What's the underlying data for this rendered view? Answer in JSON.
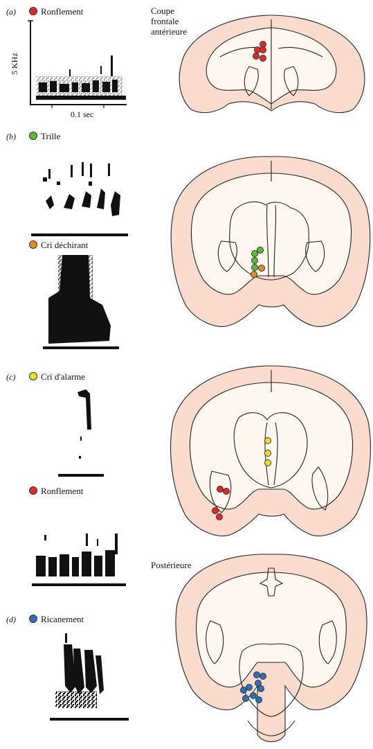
{
  "colors": {
    "ronflement": "#e02a2a",
    "trille": "#5bbd35",
    "cri_dechirant": "#e88a2a",
    "cri_alarme": "#f2dc2a",
    "ricanement": "#2f6fb7",
    "brain_fill": "#f9dccd",
    "brain_inner": "#fdf7f0"
  },
  "panels": {
    "a": {
      "letter": "(a)",
      "label": "Ronflement",
      "ylabel": "5 KHz",
      "xlabel": "0.1 sec"
    },
    "b": {
      "letter": "(b)",
      "label_1": "Trille",
      "label_2": "Cri déchirant"
    },
    "c": {
      "letter": "(c)",
      "label_1": "Cri d'alarme",
      "label_2": "Ronflement"
    },
    "d": {
      "letter": "(d)",
      "label": "Ricanement"
    }
  },
  "annotations": {
    "coupe_line1": "Coupe",
    "coupe_line2": "frontale",
    "coupe_line3": "antérieure",
    "posterieure": "Postérieure"
  }
}
